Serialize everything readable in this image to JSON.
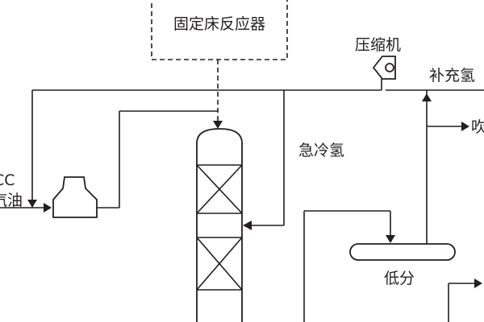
{
  "labels": {
    "fixed_bed_reactor": "固定床反应器",
    "compressor": "压缩机",
    "makeup_hydrogen": "补充氢",
    "blowdown": "吹",
    "quench_hydrogen": "急冷氢",
    "feed_line1": "CC",
    "feed_line2": "汽油",
    "low_pressure_separator": "低分"
  },
  "colors": {
    "line": "#231f20",
    "background": "#ffffff"
  }
}
